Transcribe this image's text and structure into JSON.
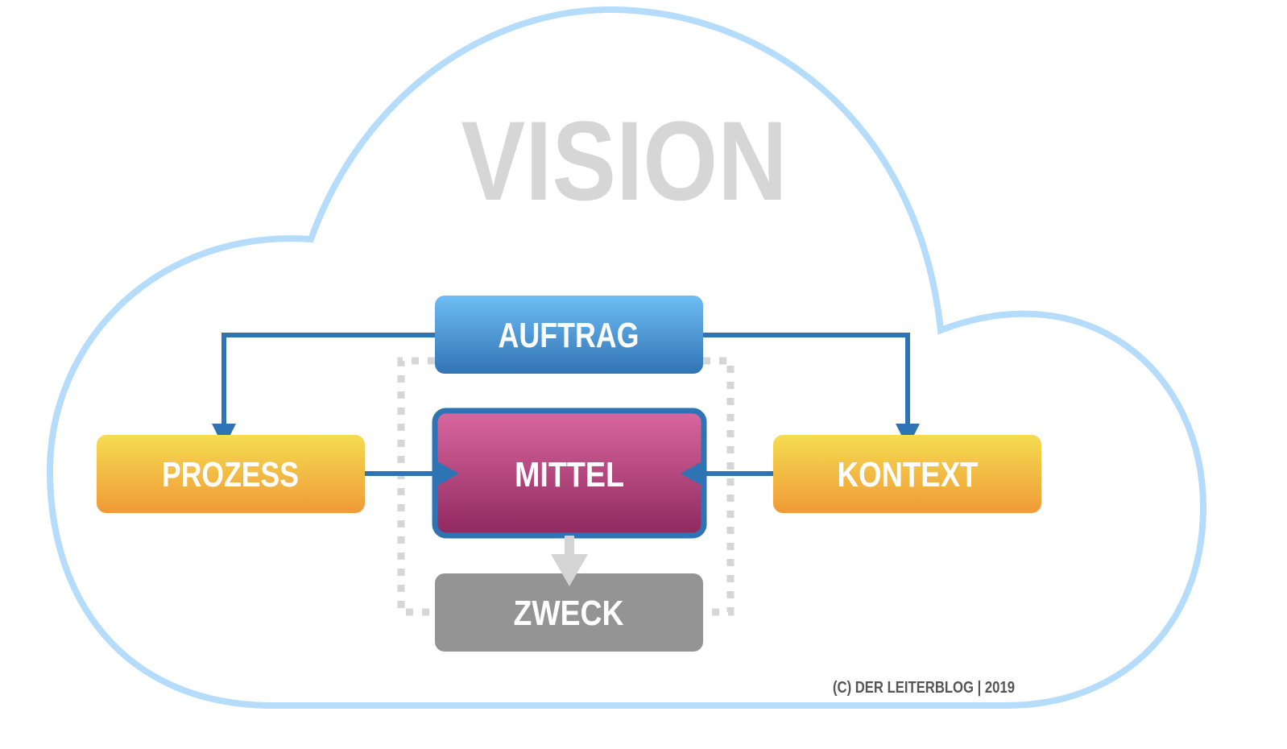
{
  "title": "VISION",
  "boxes": {
    "auftrag": "AUFTRAG",
    "prozess": "PROZESS",
    "mittel": "MITTEL",
    "kontext": "KONTEXT",
    "zweck": "ZWECK"
  },
  "copyright": "(C) DER LEITERBLOG | 2019",
  "colors": {
    "cloud": "#b5dcfb",
    "arrow": "#2e74b5",
    "title": "#d6d6d6",
    "zweck": "#949494"
  }
}
